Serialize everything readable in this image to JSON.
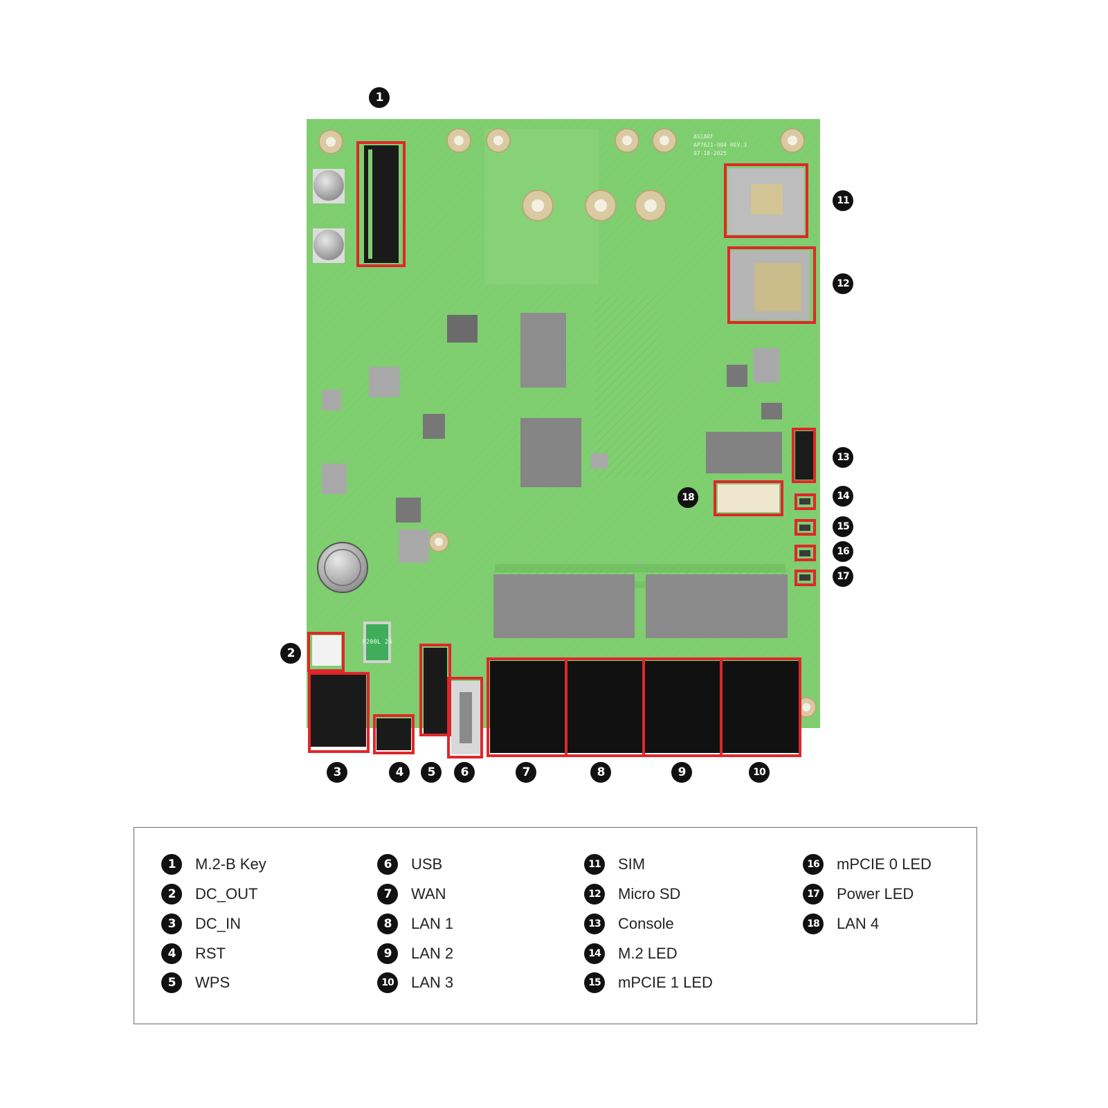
{
  "board": {
    "silkscreen": [
      "ASIARF",
      "AP7621-004 REV.3",
      "07-18-2025"
    ],
    "fuse_text": "F200L 24"
  },
  "colors": {
    "pcb_green": "#7fce6f",
    "highlight_red": "#e0262b",
    "marker_black": "#111111"
  },
  "markers": [
    "1",
    "2",
    "3",
    "4",
    "5",
    "6",
    "7",
    "8",
    "9",
    "10",
    "11",
    "12",
    "13",
    "14",
    "15",
    "16",
    "17",
    "18"
  ],
  "legend": {
    "items": [
      {
        "num": "1",
        "label": "M.2-B Key"
      },
      {
        "num": "2",
        "label": "DC_OUT"
      },
      {
        "num": "3",
        "label": "DC_IN"
      },
      {
        "num": "4",
        "label": "RST"
      },
      {
        "num": "5",
        "label": "WPS"
      },
      {
        "num": "6",
        "label": "USB"
      },
      {
        "num": "7",
        "label": "WAN"
      },
      {
        "num": "8",
        "label": "LAN 1"
      },
      {
        "num": "9",
        "label": "LAN 2"
      },
      {
        "num": "10",
        "label": "LAN 3"
      },
      {
        "num": "11",
        "label": "SIM"
      },
      {
        "num": "12",
        "label": "Micro SD"
      },
      {
        "num": "13",
        "label": "Console"
      },
      {
        "num": "14",
        "label": "M.2 LED"
      },
      {
        "num": "15",
        "label": "mPCIE 1 LED"
      },
      {
        "num": "16",
        "label": "mPCIE 0 LED"
      },
      {
        "num": "17",
        "label": "Power LED"
      },
      {
        "num": "18",
        "label": "LAN 4"
      }
    ]
  }
}
